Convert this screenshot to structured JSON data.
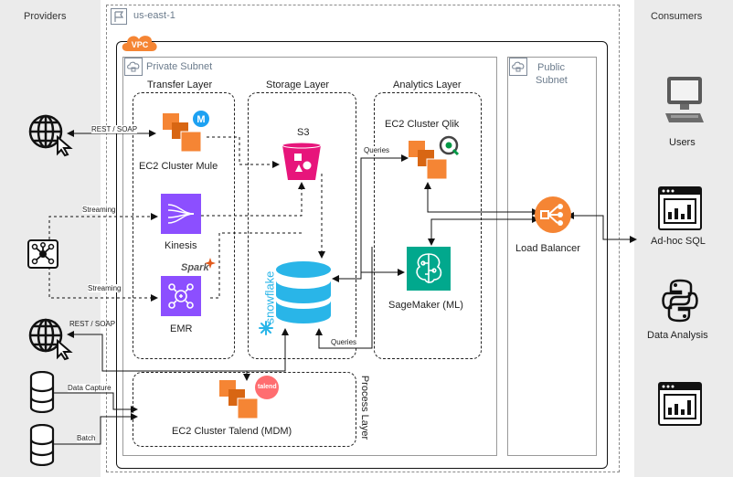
{
  "providers": {
    "title": "Providers",
    "edge_labels": {
      "rest_soap_top": "REST / SOAP",
      "streaming_top": "Streaming",
      "streaming_bottom": "Streaming",
      "rest_soap_bottom": "REST / SOAP",
      "data_capture": "Data Capture",
      "batch": "Batch"
    }
  },
  "consumers": {
    "title": "Consumers",
    "items": [
      "Users",
      "Ad-hoc SQL",
      "Data Analysis"
    ]
  },
  "region": {
    "label": "us-east-1"
  },
  "vpc": {
    "label": "VPC"
  },
  "private_subnet": {
    "label": "Private Subnet"
  },
  "public_subnet": {
    "line1": "Public",
    "line2": "Subnet"
  },
  "layers": {
    "transfer": "Transfer Layer",
    "storage": "Storage Layer",
    "analytics": "Analytics Layer",
    "process": "Process Layer"
  },
  "nodes": {
    "mule": "EC2 Cluster Mule",
    "kinesis": "Kinesis",
    "emr": "EMR",
    "spark": "Spark",
    "s3": "S3",
    "snowflake": "snowflake",
    "qlik": "EC2 Cluster Qlik",
    "sagemaker": "SageMaker (ML)",
    "load_balancer": "Load Balancer",
    "talend": "EC2 Cluster Talend (MDM)",
    "talend_badge": "talend"
  },
  "edge_labels": {
    "queries_top": "Queries",
    "queries_bottom": "Queries"
  },
  "colors": {
    "aws_orange": "#f58534",
    "s3_red": "#e7157b",
    "kinesis_purple": "#8c4fff",
    "sagemaker_green": "#01a88d",
    "snowflake_blue": "#29b5e8",
    "panel_gray": "#ebebeb"
  }
}
